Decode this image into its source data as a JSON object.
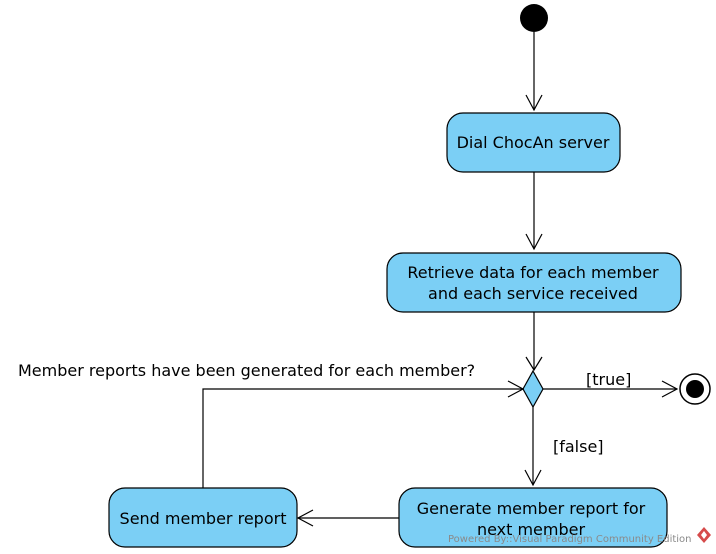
{
  "nodes": {
    "dial": "Dial ChocAn server",
    "retrieve_line1": "Retrieve data for each member",
    "retrieve_line2": "and each service received",
    "generate_line1": "Generate member report for",
    "generate_line2": "next member",
    "send": "Send member report"
  },
  "decision": {
    "question": "Member reports have been generated for each member?",
    "true_guard": "[true]",
    "false_guard": "[false]"
  },
  "watermark": "Powered By::Visual Paradigm Community Edition",
  "colors": {
    "node_fill": "#7bcff5",
    "stroke": "#000000"
  }
}
